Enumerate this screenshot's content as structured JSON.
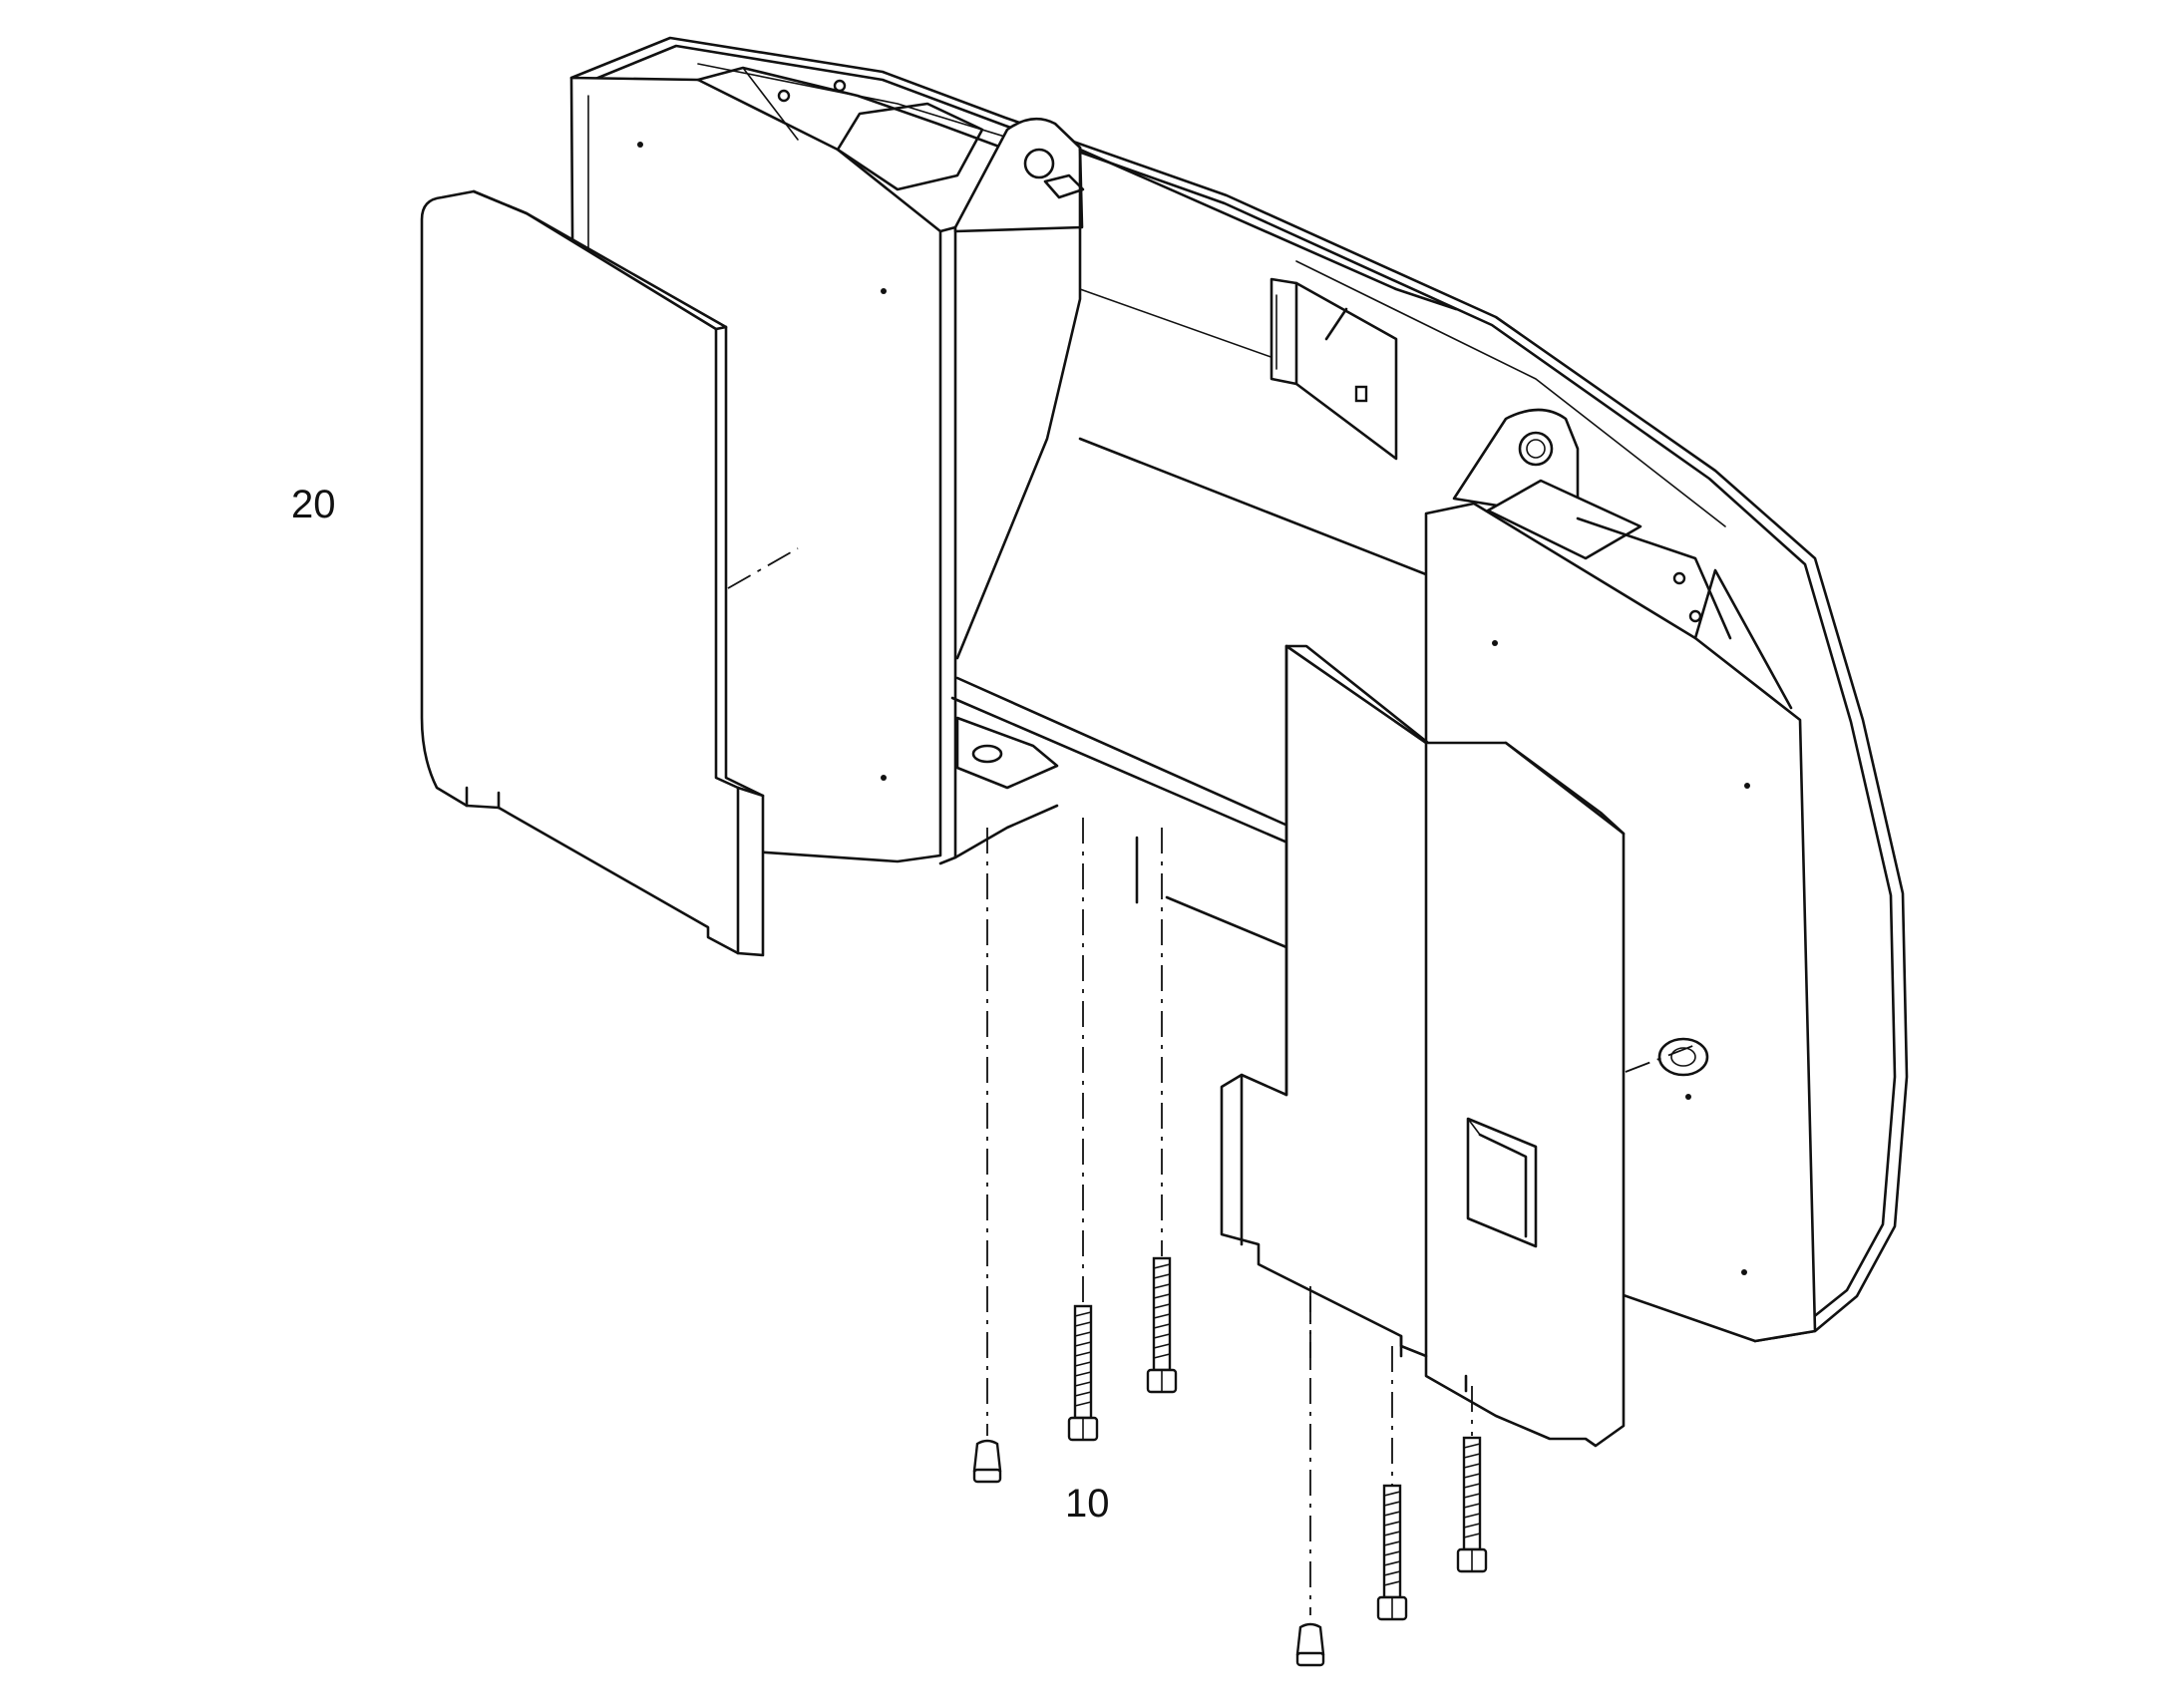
{
  "diagram": {
    "callouts": [
      {
        "id": "20",
        "label": "20"
      },
      {
        "id": "10",
        "label": "10"
      }
    ]
  }
}
